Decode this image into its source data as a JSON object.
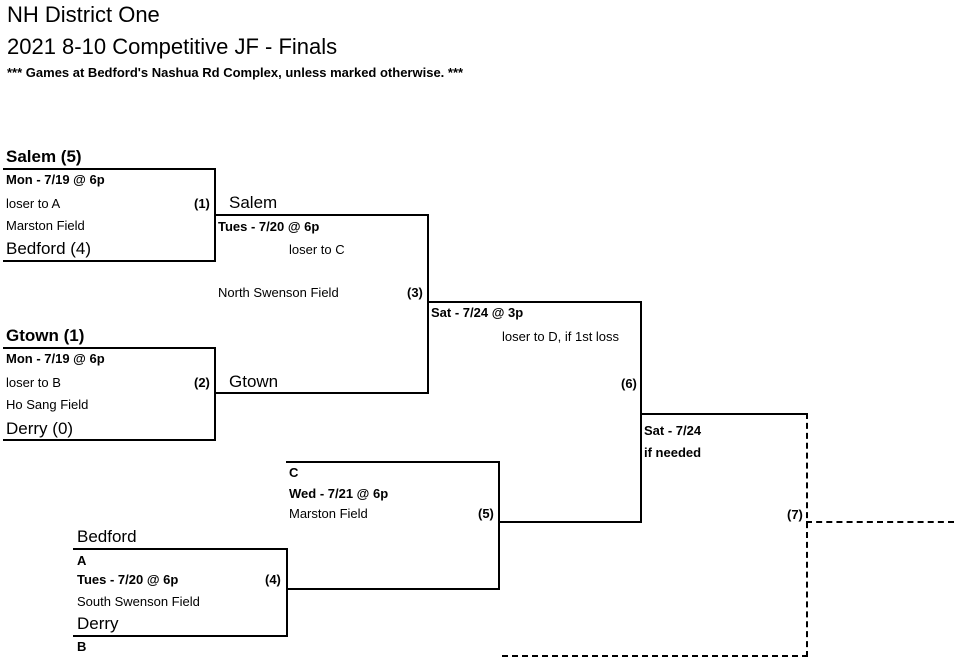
{
  "header": {
    "title_line1": "NH District One",
    "title_line2": "2021 8-10 Competitive JF - Finals",
    "note": "*** Games at Bedford's Nashua Rd Complex, unless marked otherwise. ***"
  },
  "games": {
    "g1": {
      "top_team": "Salem (5)",
      "when": "Mon - 7/19 @ 6p",
      "loser_note": "loser to A",
      "field": "Marston Field",
      "bottom_team": "Bedford (4)",
      "number": "(1)"
    },
    "g2": {
      "top_team": "Gtown (1)",
      "when": "Mon - 7/19 @ 6p",
      "loser_note": "loser to B",
      "field": "Ho Sang Field",
      "bottom_team": "Derry (0)",
      "number": "(2)"
    },
    "g3": {
      "top_team": "Salem",
      "when": "Tues - 7/20 @ 6p",
      "loser_note": "loser to C",
      "field": "North Swenson Field",
      "bottom_team": "Gtown",
      "number": "(3)"
    },
    "g4": {
      "top_team": "Bedford",
      "top_letter": "A",
      "when": "Tues - 7/20 @ 6p",
      "field": "South Swenson Field",
      "bottom_team": "Derry",
      "bottom_letter": "B",
      "number": "(4)"
    },
    "g5": {
      "top_letter": "C",
      "when": "Wed - 7/21 @ 6p",
      "field": "Marston Field",
      "number": "(5)"
    },
    "g6": {
      "when": "Sat - 7/24 @ 3p",
      "loser_note": "loser to D, if 1st loss",
      "number": "(6)"
    },
    "g7": {
      "when": "Sat - 7/24",
      "condition": "if needed",
      "number": "(7)"
    }
  }
}
